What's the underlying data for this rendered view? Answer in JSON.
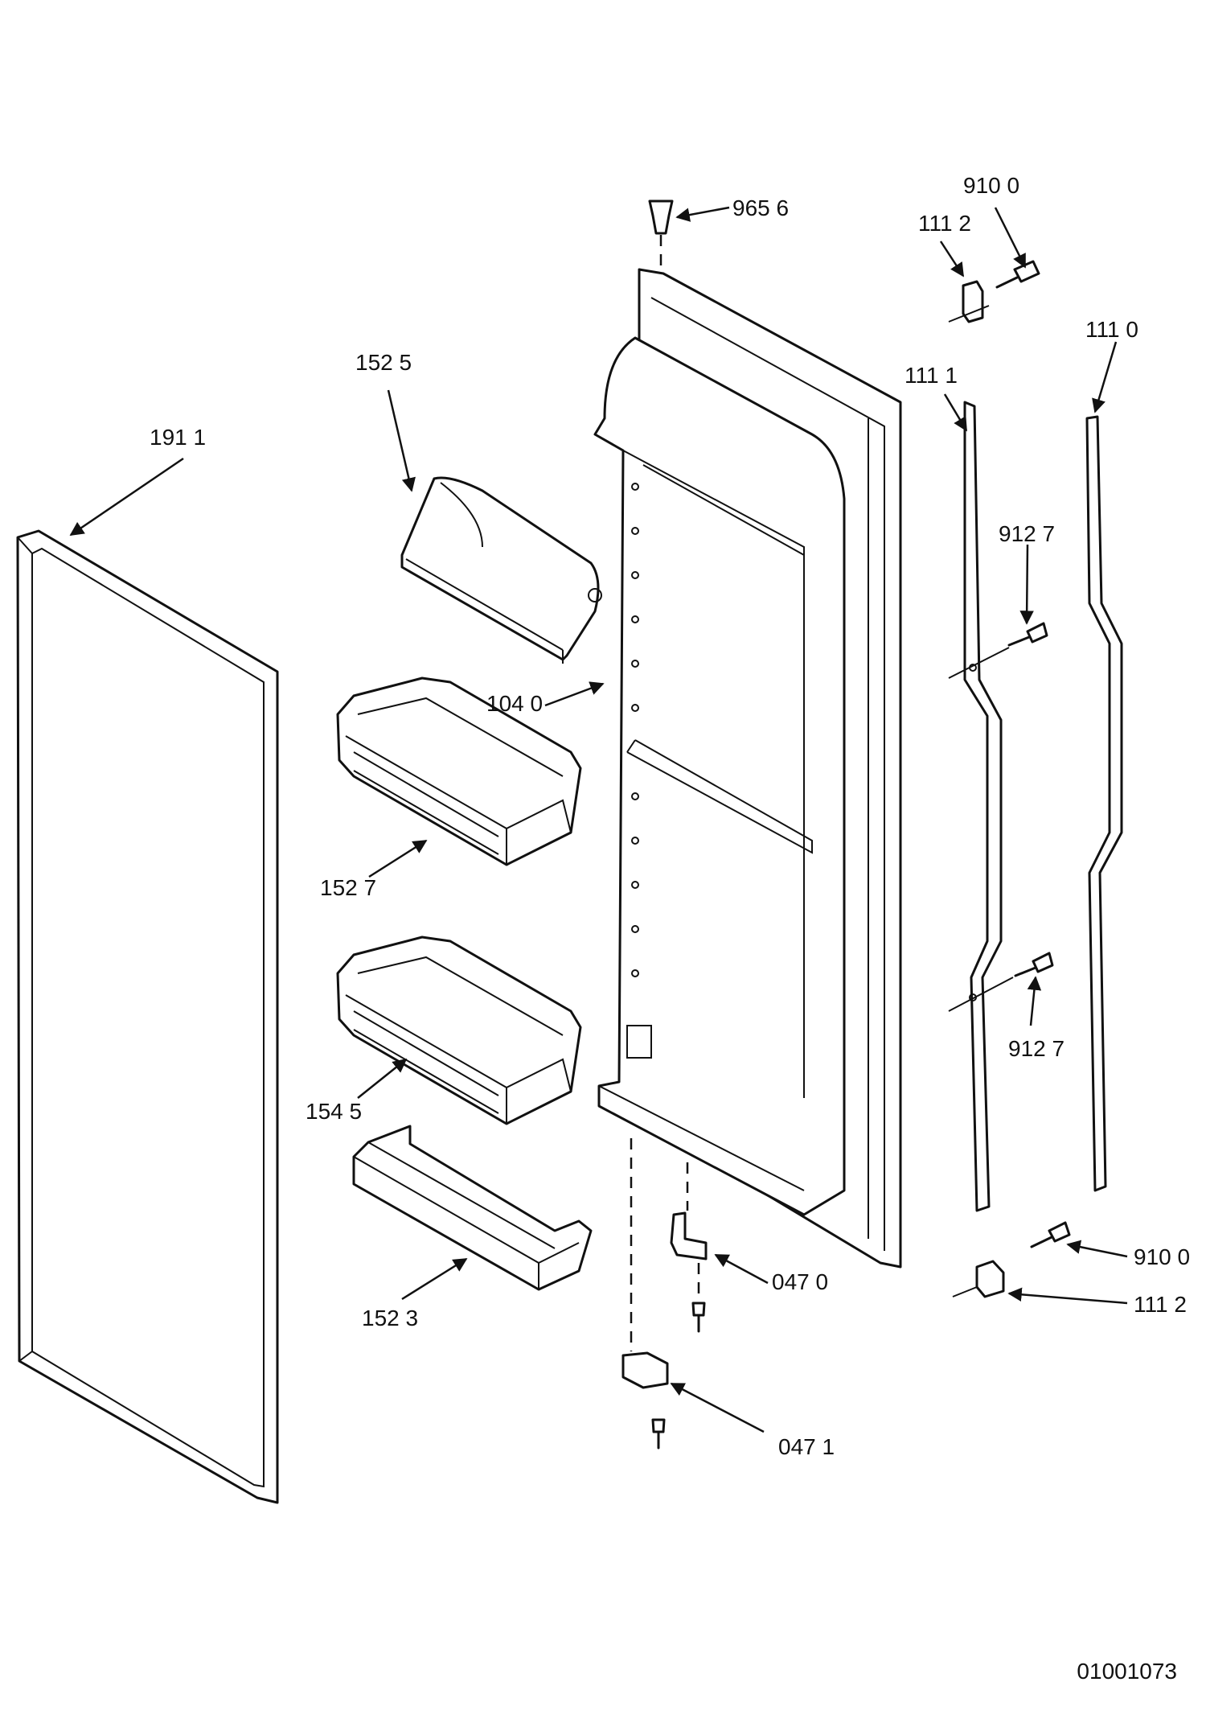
{
  "diagram": {
    "parts": [
      {
        "id": "part_9656",
        "label": "965 6"
      },
      {
        "id": "part_9100a",
        "label": "910 0"
      },
      {
        "id": "part_1112a",
        "label": "111 2"
      },
      {
        "id": "part_1110",
        "label": "111 0"
      },
      {
        "id": "part_1525",
        "label": "152 5"
      },
      {
        "id": "part_1111",
        "label": "111 1"
      },
      {
        "id": "part_1911",
        "label": "191 1"
      },
      {
        "id": "part_9127a",
        "label": "912 7"
      },
      {
        "id": "part_1040",
        "label": "104 0"
      },
      {
        "id": "part_1527",
        "label": "152 7"
      },
      {
        "id": "part_9127b",
        "label": "912 7"
      },
      {
        "id": "part_1545",
        "label": "154 5"
      },
      {
        "id": "part_9100b",
        "label": "910 0"
      },
      {
        "id": "part_0470",
        "label": "047 0"
      },
      {
        "id": "part_1112b",
        "label": "111 2"
      },
      {
        "id": "part_1523",
        "label": "152 3"
      },
      {
        "id": "part_0471",
        "label": "047 1"
      }
    ],
    "document_number": "01001073"
  }
}
